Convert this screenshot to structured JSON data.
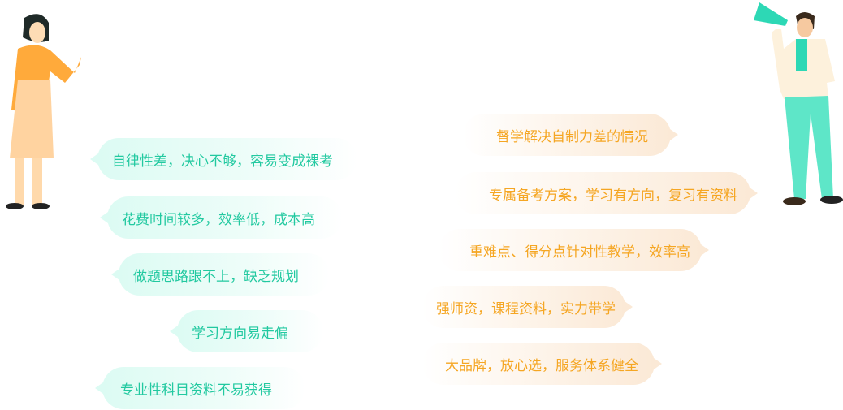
{
  "problems": [
    "自律性差，决心不够，容易变成裸考",
    "花费时间较多，效率低，成本高",
    "做题思路跟不上，缺乏规划",
    "学习方向易走偏",
    "专业性科目资料不易获得"
  ],
  "solutions": [
    "督学解决自制力差的情况",
    "专属备考方案，学习有方向，复习有资料",
    "重难点、得分点针对性教学，效率高",
    "强师资，课程资料，实力带学",
    "大品牌，放心选，服务体系健全"
  ],
  "colors": {
    "green": "#22c9a0",
    "orange": "#f5a623"
  }
}
